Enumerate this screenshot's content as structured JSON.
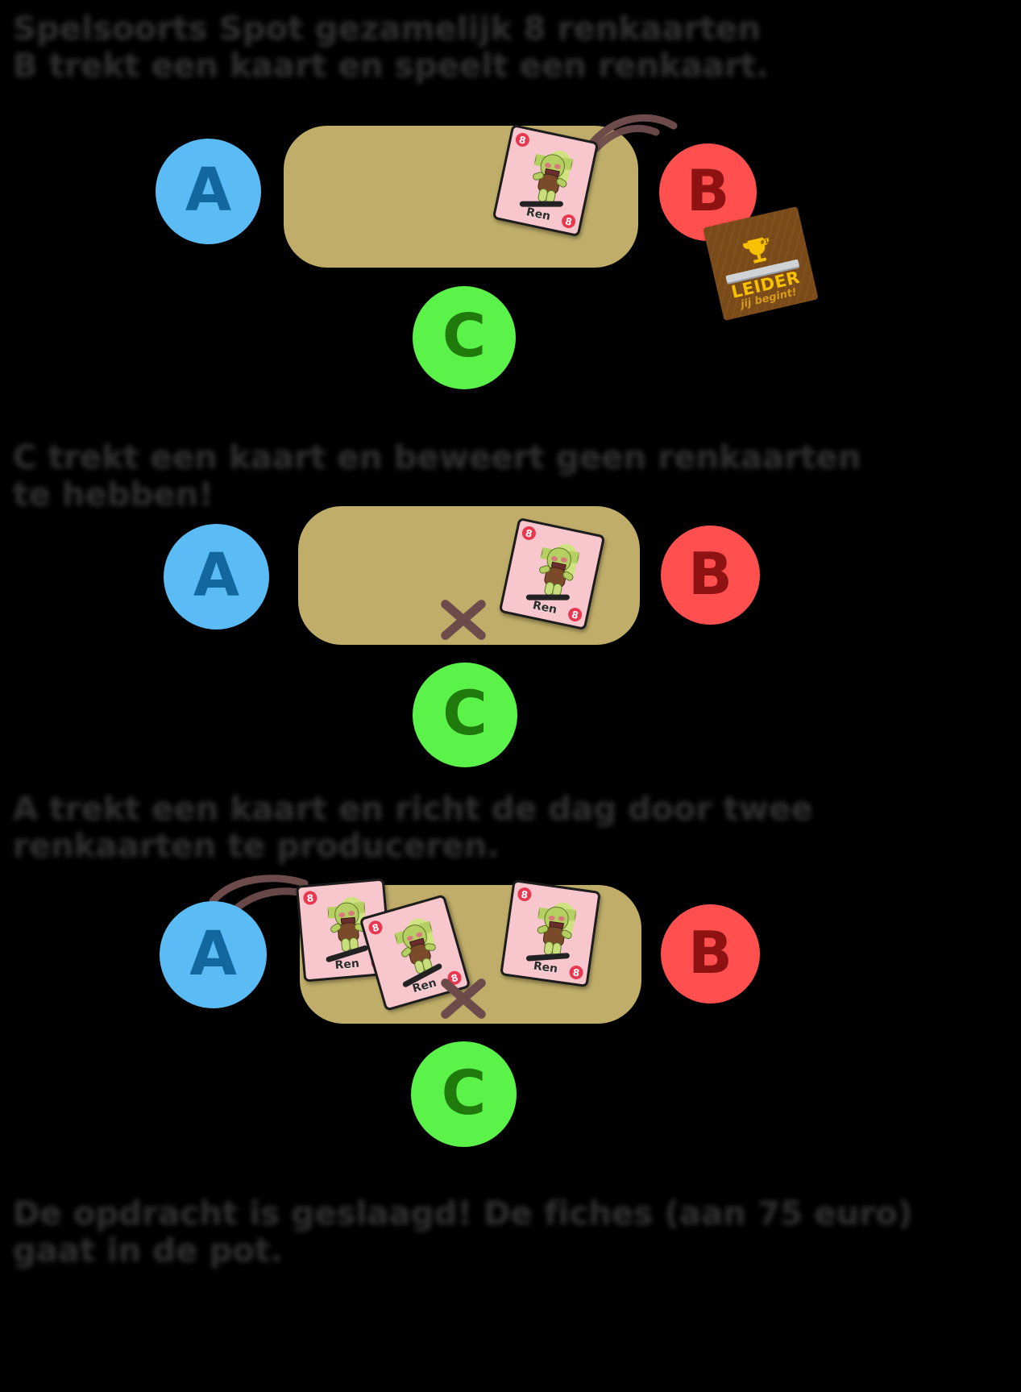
{
  "page": {
    "background_color": "#000000",
    "text_color": "#434343",
    "language": "nl"
  },
  "palette": {
    "table": "#bfad69",
    "player_a": "#5bbcf5",
    "player_a_letter": "#13679f",
    "player_b": "#ff4f4f",
    "player_b_letter": "#8f1212",
    "player_c": "#5bf24a",
    "player_c_letter": "#1f7a0b",
    "card_face": "#f7c7cd",
    "card_badge": "#e8384f",
    "leader_wood": "#7a4a18",
    "leader_gold": "#f7c000",
    "stroke_brown": "#6d4b4b"
  },
  "captions": {
    "panel1": "Spelsoorts  Spot gezamelijk 8 renkaarten\nB trekt een kaart en speelt een renkaart.",
    "panel2": "C trekt een kaart en beweert geen renkaarten\nte hebben!",
    "panel3": "A trekt een kaart en richt de dag door twee\nrenkaarten te produceren.",
    "panel4": "De opdracht is geslaagd! De fiches (aan 75 euro)\ngaat in de pot."
  },
  "players": {
    "a": {
      "label": "A"
    },
    "b": {
      "label": "B"
    },
    "c": {
      "label": "C"
    }
  },
  "card": {
    "value": "8",
    "name": "Ren"
  },
  "leader_badge": {
    "title": "LEIDER",
    "subtitle": "jij begint!",
    "trophy_number": "#1"
  },
  "panels": [
    {
      "id": "panel-1",
      "caption_key": "panel1",
      "cards": [
        {
          "value": "8",
          "name": "Ren"
        }
      ],
      "has_leader_badge": true,
      "has_x_mark": false,
      "arrow_from": "B"
    },
    {
      "id": "panel-2",
      "caption_key": "panel2",
      "cards": [
        {
          "value": "8",
          "name": "Ren"
        }
      ],
      "has_leader_badge": false,
      "has_x_mark": true,
      "arrow_from": null
    },
    {
      "id": "panel-3",
      "caption_key": "panel3",
      "cards": [
        {
          "value": "8",
          "name": "Ren"
        },
        {
          "value": "8",
          "name": "Ren"
        },
        {
          "value": "8",
          "name": "Ren"
        }
      ],
      "has_leader_badge": false,
      "has_x_mark": true,
      "arrow_from": "A"
    },
    {
      "id": "panel-4",
      "caption_key": "panel4",
      "cards": [],
      "has_leader_badge": false,
      "has_x_mark": false,
      "arrow_from": null
    }
  ]
}
